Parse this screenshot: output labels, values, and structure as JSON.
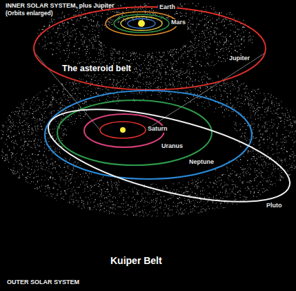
{
  "diagram": {
    "labels": [
      "INNER SOLAR SYSTEM, plus Jupiter",
      "(Orbits enlarged)",
      "Earth",
      "Mars",
      "Jupiter",
      "The asteroid belt",
      "Saturn",
      "Uranus",
      "Neptune",
      "Pluto",
      "Kuiper Belt",
      "OUTER SOLAR SYSTEM"
    ]
  }
}
